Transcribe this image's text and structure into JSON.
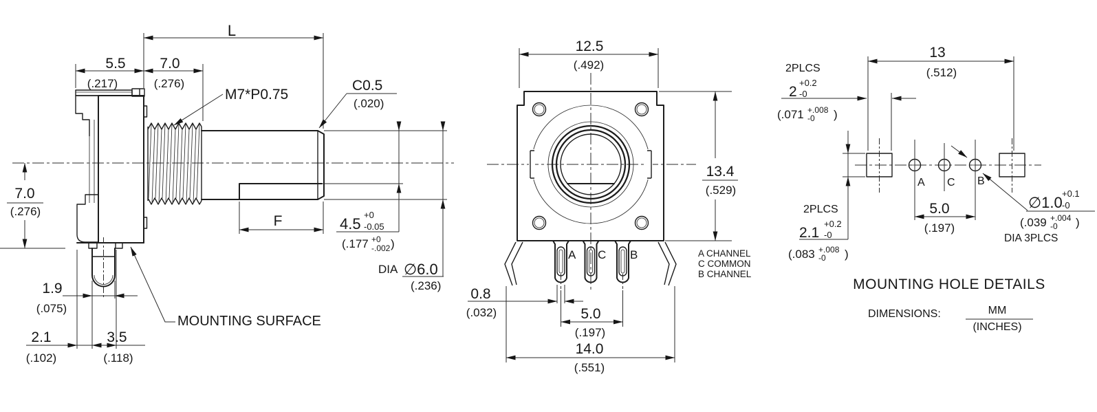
{
  "side": {
    "dim_L": "L",
    "d55": "5.5",
    "d55i": "(.217)",
    "d70_thread": "7.0",
    "d70_thread_in": "(.276)",
    "thread_label": "M7*P0.75",
    "chamfer": "C0.5",
    "chamfer_in": "(.020)",
    "d70_left": "7.0",
    "d70_left_in": "(.276)",
    "flat_len": "F",
    "d45": "4.5",
    "d45_sup": "+0",
    "d45_sub": "-0.05",
    "d45i_open": "(.177",
    "d45i_sup": "+0",
    "d45i_sub": "-.002",
    "d45i_close": ")",
    "dia_word": "DIA",
    "dia_val": "∅6.0",
    "dia_in": "(.236)",
    "d19": "1.9",
    "d19i": "(.075)",
    "mounting_surface": "MOUNTING SURFACE",
    "d21": "2.1",
    "d21i": "(.102)",
    "d35": "3.5",
    "d35i": "(.118)"
  },
  "front": {
    "w": "12.5",
    "wi": "(.492)",
    "h": "13.4",
    "hi": "(.529)",
    "pin_a": "A",
    "pin_c": "C",
    "pin_b": "B",
    "d08": "0.8",
    "d08i": "(.032)",
    "d50": "5.0",
    "d50i": "(.197)",
    "w_total": "14.0",
    "w_total_in": "(.551)",
    "legend_a": "A CHANNEL",
    "legend_c": "C COMMON",
    "legend_b": "B CHANNEL"
  },
  "mount": {
    "plcs_top": "2PLCS",
    "d2": "2",
    "d2_sup": "+0.2",
    "d2_sub": "-0",
    "d2i_open": "(.071",
    "d2i_sup": "+.008",
    "d2i_sub": "-0",
    "d2i_close": ")",
    "d13": "13",
    "d13i": "(.512)",
    "hole_a": "A",
    "hole_c": "C",
    "hole_b": "B",
    "d50": "5.0",
    "d50i": "(.197)",
    "plcs_bot": "2PLCS",
    "d21": "2.1",
    "d21_sup": "+0.2",
    "d21_sub": "-0",
    "d21i_open": "(.083",
    "d21i_sup": "+.008",
    "d21i_sub": "-0",
    "d21i_close": ")",
    "dia": "∅1.0",
    "dia_sup": "+0.1",
    "dia_sub": "-0",
    "diai_open": "(.039",
    "diai_sup": "+.004",
    "diai_sub": "-0",
    "diai_close": ")",
    "dia_note": "DIA 3PLCS",
    "title": "MOUNTING HOLE DETAILS",
    "dims_label": "DIMENSIONS:",
    "unit_mm": "MM",
    "unit_in": "(INCHES)"
  }
}
